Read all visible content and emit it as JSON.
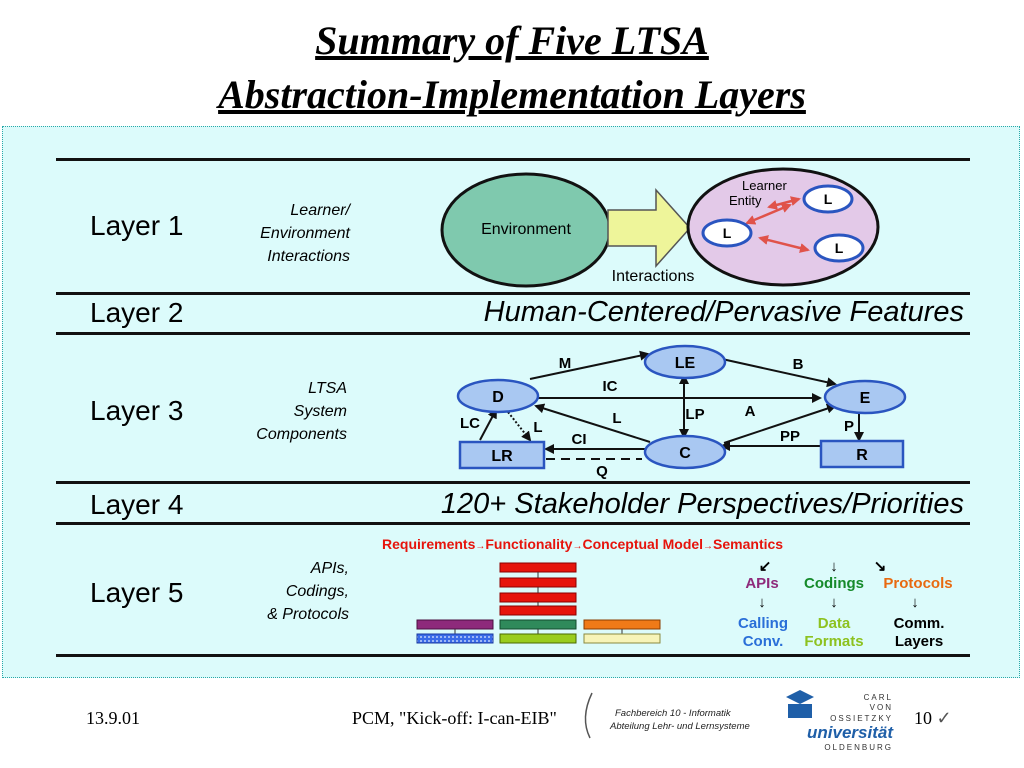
{
  "title": {
    "line1": "Summary of Five LTSA",
    "line2": "Abstraction-Implementation Layers"
  },
  "layers": [
    {
      "label": "Layer 1",
      "desc": [
        "Learner/",
        "Environment",
        "Interactions"
      ]
    },
    {
      "label": "Layer 2",
      "text": "Human-Centered/Pervasive Features"
    },
    {
      "label": "Layer 3",
      "desc": [
        "LTSA",
        "System",
        "Components"
      ]
    },
    {
      "label": "Layer 4",
      "text": "120+ Stakeholder Perspectives/Priorities"
    },
    {
      "label": "Layer 5",
      "desc": [
        "APIs,",
        "Codings,",
        "& Protocols"
      ]
    }
  ],
  "layer1_diagram": {
    "environment": "Environment",
    "interactions": "Interactions",
    "learner_entity": [
      "Learner",
      "Entity"
    ],
    "node": "L"
  },
  "layer3_diagram": {
    "nodes": {
      "LE": "LE",
      "D": "D",
      "E": "E",
      "C": "C",
      "LR": "LR",
      "R": "R"
    },
    "edges": {
      "M": "M",
      "B": "B",
      "IC": "IC",
      "LC": "LC",
      "L1": "L",
      "L2": "L",
      "LP": "LP",
      "A": "A",
      "CI": "CI",
      "PP": "PP",
      "P": "P",
      "Q": "Q"
    }
  },
  "layer5_diagram": {
    "chain": [
      "Requirements",
      "Functionality",
      "Conceptual Model",
      "Semantics"
    ],
    "chain_arrow": "→",
    "columns": [
      {
        "top": "APIs",
        "bottom": [
          "Calling",
          "Conv."
        ],
        "top_color": "#8e2a7b",
        "bottom_color": "#2a6fd8"
      },
      {
        "top": "Codings",
        "bottom": [
          "Data",
          "Formats"
        ],
        "top_color": "#158a2a",
        "bottom_color": "#8dc21f"
      },
      {
        "top": "Protocols",
        "bottom": [
          "Comm.",
          "Layers"
        ],
        "top_color": "#e86a10",
        "bottom_color": "#000000"
      }
    ],
    "arrow_diag_left": "↙",
    "arrow_down": "↓",
    "arrow_diag_right": "↘"
  },
  "footer": {
    "date": "13.9.01",
    "center": "PCM, \"Kick-off: I-can-EIB\"",
    "logo_text": [
      "Fachbereich 10 - Informatik",
      "Abteilung Lehr- und Lernsysteme"
    ],
    "university": [
      "CARL",
      "VON",
      "OSSIETZKY",
      "universität",
      "OLDENBURG"
    ],
    "page": "10",
    "check": "✓"
  },
  "colors": {
    "panel": "#dcfbfb",
    "node_fill": "#a9c8f2",
    "node_stroke": "#2a55c0",
    "env_fill": "#7fc9ae",
    "arrow_fill": "#eef59a",
    "learner_fill": "#e3c9e8",
    "red": "#e6140c"
  }
}
